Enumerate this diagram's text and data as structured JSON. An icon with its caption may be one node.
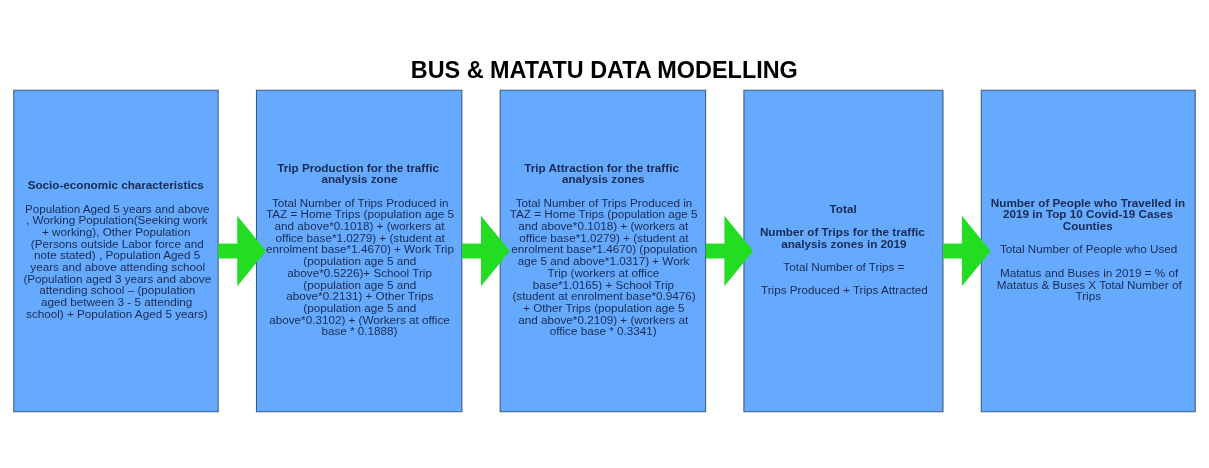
{
  "diagram": {
    "title": "BUS & MATATU DATA MODELLING",
    "nodes": [
      {
        "text": [
          "Socio-economic characteristics",
          "Population Aged 5 years and above , Working Population(Seeking work + working), Other Population (Persons outside Labor force and note stated) , Population Aged 5 years and above attending school (Population aged 3 years and above attending school – (population aged between 3 - 5 attending school) + Population Aged 5 years)"
        ]
      },
      {
        "text": [
          "Trip Production for the traffic analysis zone",
          "Total Number of Trips Produced in TAZ = Home Trips (population age 5 and above*0.1018) + (workers at office base*1.0279) + (student at enrolment base*1.4670) + Work Trip (population age 5 and above*0.5226)+ School Trip (population age 5 and above*0.2131) + Other Trips (population age 5 and above*0.3102) + (Workers at office base * 0.1888)"
        ]
      },
      {
        "text": [
          "Trip Attraction for the traffic analysis zones",
          "Total Number of Trips Produced in TAZ = Home Trips (population age 5 and above*0.1018) + (workers at office base*1.0279) + (student at enrolment base*1.4670) (population age 5 and above*1.0317) + Work Trip (workers at office base*1.0165) + School Trip (student at enrolment base*0.9476) + Other Trips (population age 5 and above*0.2109) + (workers at office base * 0.3341)"
        ]
      },
      {
        "text": [
          "Total",
          "Number of Trips for the traffic analysis zones in 2019",
          "Total Number of Trips =",
          "Trips Produced + Trips Attracted"
        ]
      },
      {
        "text": [
          "Number of People who Travelled in 2019 in Top 10 Covid-19 Cases Counties",
          "Total Number of People who Used",
          "Matatus and Buses in 2019 = % of Matatus & Buses X Total Number of Trips"
        ]
      }
    ],
    "edges": [
      {
        "from": 0,
        "to": 1,
        "arrow": "to"
      },
      {
        "from": 1,
        "to": 2,
        "arrow": "to"
      },
      {
        "from": 2,
        "to": 3,
        "arrow": "to"
      },
      {
        "from": 3,
        "to": 4,
        "arrow": "to"
      }
    ]
  }
}
